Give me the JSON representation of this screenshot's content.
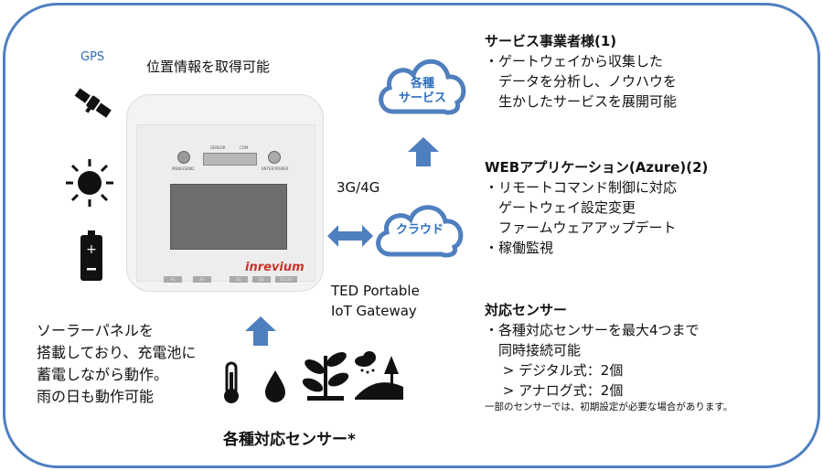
{
  "gps_label": "GPS",
  "location_text": "位置情報を取得可能",
  "device": {
    "sensor_label": "SENSOR",
    "com_label": "COM",
    "menu_label": "MENU/SEND",
    "enter_label": "ENTER/POWER",
    "brand": "inrevium",
    "ports": [
      "A1",
      "A2",
      "D1",
      "D2",
      "DC12V"
    ]
  },
  "network_label": "3G/4G",
  "cloud_label": "クラウド",
  "services_cloud": [
    "各種",
    "サービス"
  ],
  "gateway_name": [
    "TED Portable",
    "IoT Gateway"
  ],
  "solar_text": [
    "ソーラーパネルを",
    "搭載しており、充電池に",
    "蓄電しながら動作。",
    "雨の日も動作可能"
  ],
  "sensors_caption": "各種対応センサー*",
  "service_block": {
    "title": "サービス事業者様(1)",
    "lines": [
      "・ゲートウェイから収集した",
      "　データを分析し、ノウハウを",
      "　生かしたサービスを展開可能"
    ]
  },
  "web_block": {
    "title": "WEBアプリケーション(Azure)(2)",
    "lines": [
      "・リモートコマンド制御に対応",
      "　ゲートウェイ設定変更",
      "　ファームウェアアップデート",
      "・稼働監視"
    ]
  },
  "sensor_block": {
    "title": "対応センサー",
    "lines": [
      "・各種対応センサーを最大4つまで",
      "　同時接続可能",
      "　 > デジタル式：2個",
      "　 > アナログ式：2個"
    ],
    "note": "一部のセンサーでは、初期設定が必要な場合があります。"
  },
  "colors": {
    "accent": "#4f7fbf",
    "cloud_text": "#2e6fbf",
    "brand": "#c8342b"
  }
}
